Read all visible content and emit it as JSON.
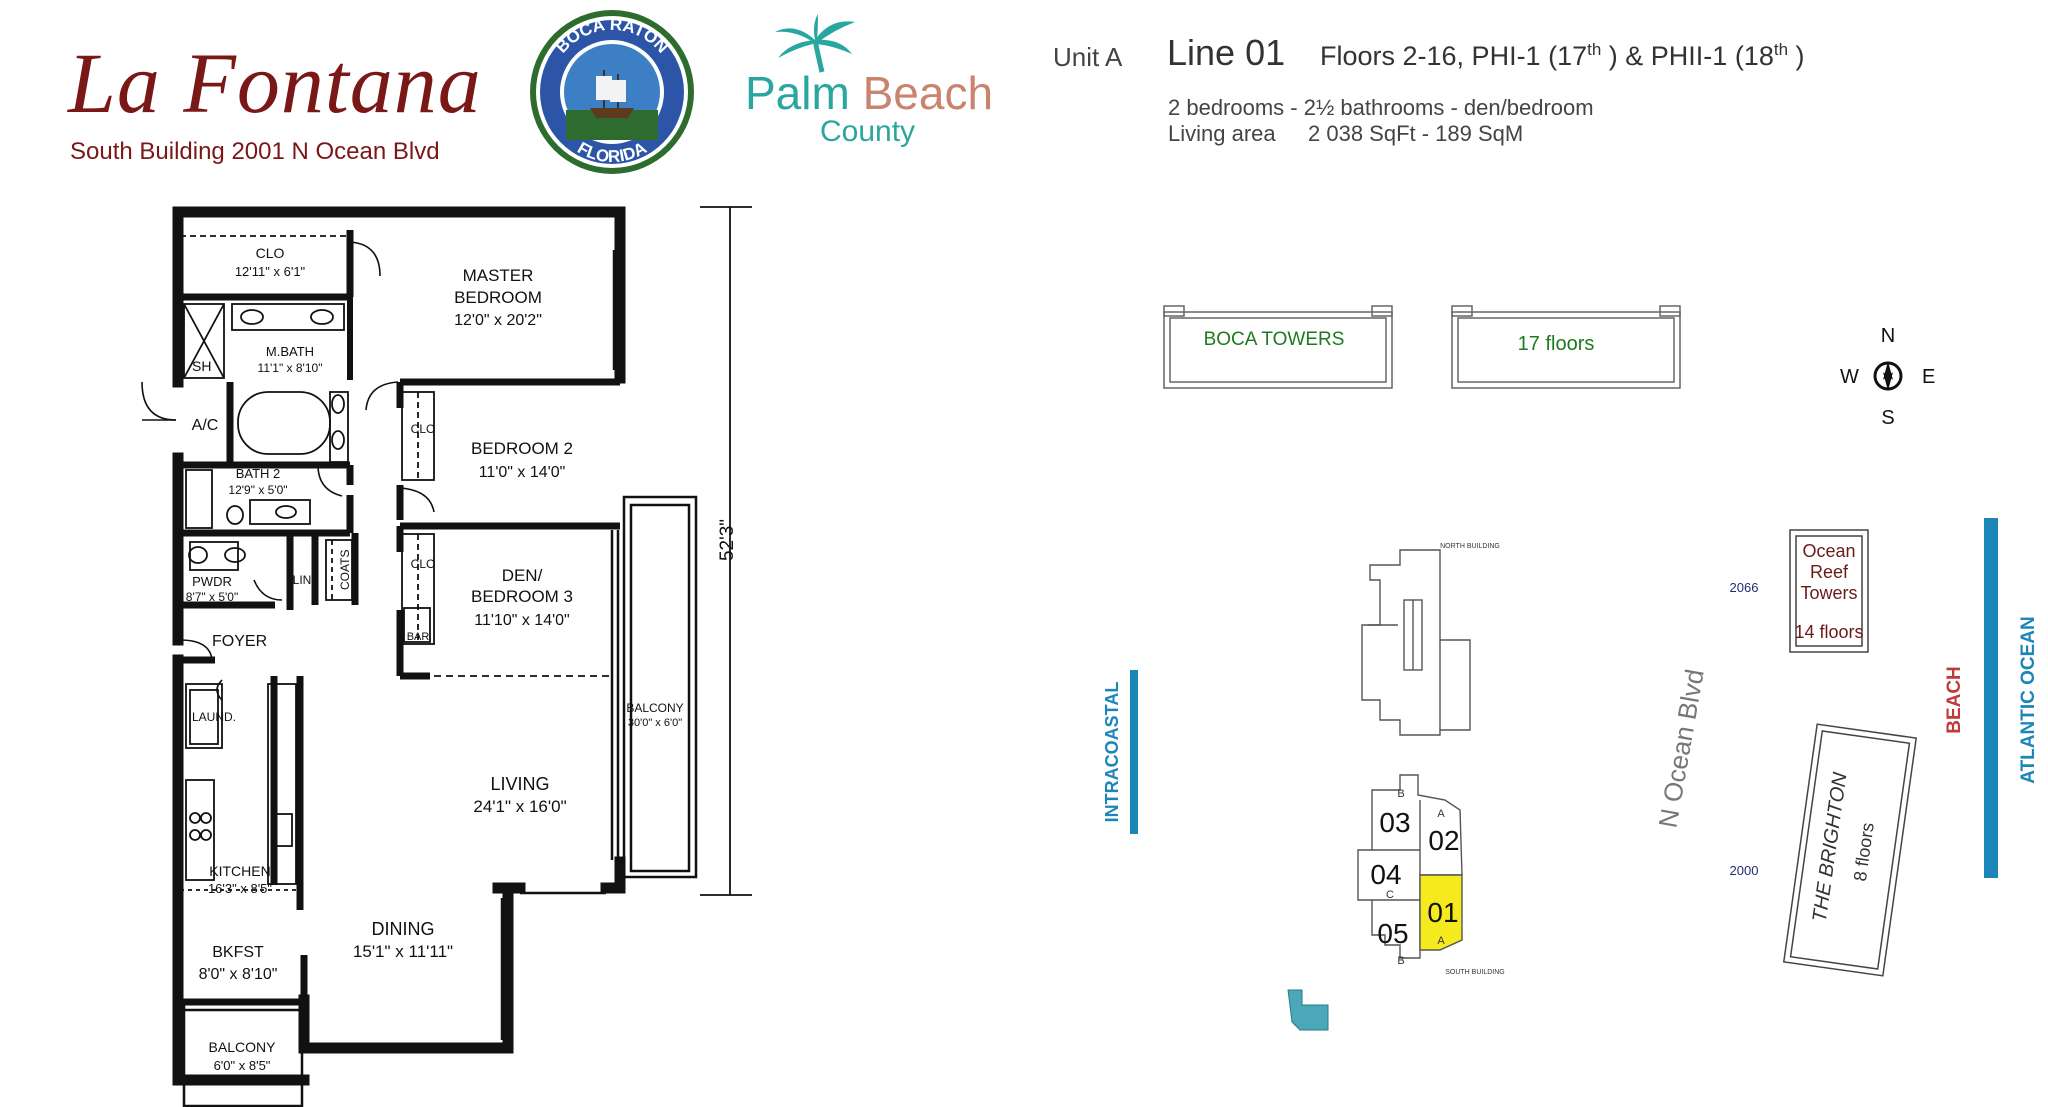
{
  "brand": {
    "name": "La Fontana",
    "subtitle": "South Building 2001 N Ocean Blvd",
    "seal_top": "BOCA RATON",
    "seal_bottom": "FLORIDA",
    "county_word1": "Palm",
    "county_word2": "Beach",
    "county_word3": "County"
  },
  "unit": {
    "unit_label": "Unit A",
    "line_label": "Line 01",
    "floors_part1": "Floors 2-16, PHI-1 (17",
    "floors_sup1": "th",
    "floors_part2": " ) & PHII-1 (18",
    "floors_sup2": "th",
    "floors_part3": " )",
    "rooms_summary": "2 bedrooms - 2½ bathrooms - den/bedroom",
    "area_label": "Living area",
    "area_value": "2 038 SqFt - 189 SqM"
  },
  "floorplan": {
    "overall_dimension": "52'3\"",
    "rooms": [
      {
        "name": "CLO",
        "size": "12'11\" x 6'1\""
      },
      {
        "name": "MASTER",
        "name2": "BEDROOM",
        "size": "12'0\" x 20'2\""
      },
      {
        "name": "SH"
      },
      {
        "name": "M.BATH",
        "size": "11'1\" x 8'10\""
      },
      {
        "name": "A/C"
      },
      {
        "name": "CLO"
      },
      {
        "name": "BEDROOM 2",
        "size": "11'0\" x 14'0\""
      },
      {
        "name": "BATH 2",
        "size": "12'9\" x 5'0\""
      },
      {
        "name": "PWDR",
        "size": "8'7\" x 5'0\""
      },
      {
        "name": "LIN"
      },
      {
        "name": "COATS"
      },
      {
        "name": "CLO"
      },
      {
        "name": "DEN/",
        "name2": "BEDROOM 3",
        "size": "11'10\" x 14'0\""
      },
      {
        "name": "BAR"
      },
      {
        "name": "FOYER"
      },
      {
        "name": "LAUND."
      },
      {
        "name": "BALCONY",
        "size": "30'0\" x 6'0\""
      },
      {
        "name": "LIVING",
        "size": "24'1\" x 16'0\""
      },
      {
        "name": "KITCHEN",
        "size": "16'3\" x 8'5\""
      },
      {
        "name": "DINING",
        "size": "15'1\" x 11'11\""
      },
      {
        "name": "BKFST",
        "size": "8'0\" x 8'10\""
      },
      {
        "name": "BALCONY",
        "size": "6'0\" x 8'5\""
      }
    ]
  },
  "siteplan": {
    "compass": {
      "n": "N",
      "s": "S",
      "e": "E",
      "w": "W"
    },
    "boca_towers": "BOCA TOWERS",
    "boca_towers_floors": "17 floors",
    "north_building": "NORTH BUILDING",
    "south_building": "SOUTH BUILDING",
    "intracoastal": "INTRACOASTAL",
    "ocean_blvd": "N Ocean Blvd",
    "beach": "BEACH",
    "atlantic": "ATLANTIC OCEAN",
    "ocean_reef_line1": "Ocean",
    "ocean_reef_line2": "Reef",
    "ocean_reef_line3": "Towers",
    "ocean_reef_floors": "14 floors",
    "addr_2066": "2066",
    "addr_2000": "2000",
    "brighton": "THE BRIGHTON",
    "brighton_floors": "8 floors",
    "units": {
      "u01": "01",
      "u02": "02",
      "u03": "03",
      "u04": "04",
      "u05": "05"
    },
    "unit_types": {
      "a1": "A",
      "a2": "A",
      "b1": "B",
      "b2": "B",
      "c": "C"
    }
  },
  "colors": {
    "brand_red": "#7a1717",
    "teal": "#2aa6a0",
    "coral": "#c9836f",
    "highlight": "#f4ea1d",
    "ocean_blue": "#1d86b8",
    "label_green": "#1e7a1e",
    "beach_red": "#c03a3a"
  },
  "icons": [
    "palm-tree-icon",
    "city-seal-icon",
    "compass-icon"
  ]
}
